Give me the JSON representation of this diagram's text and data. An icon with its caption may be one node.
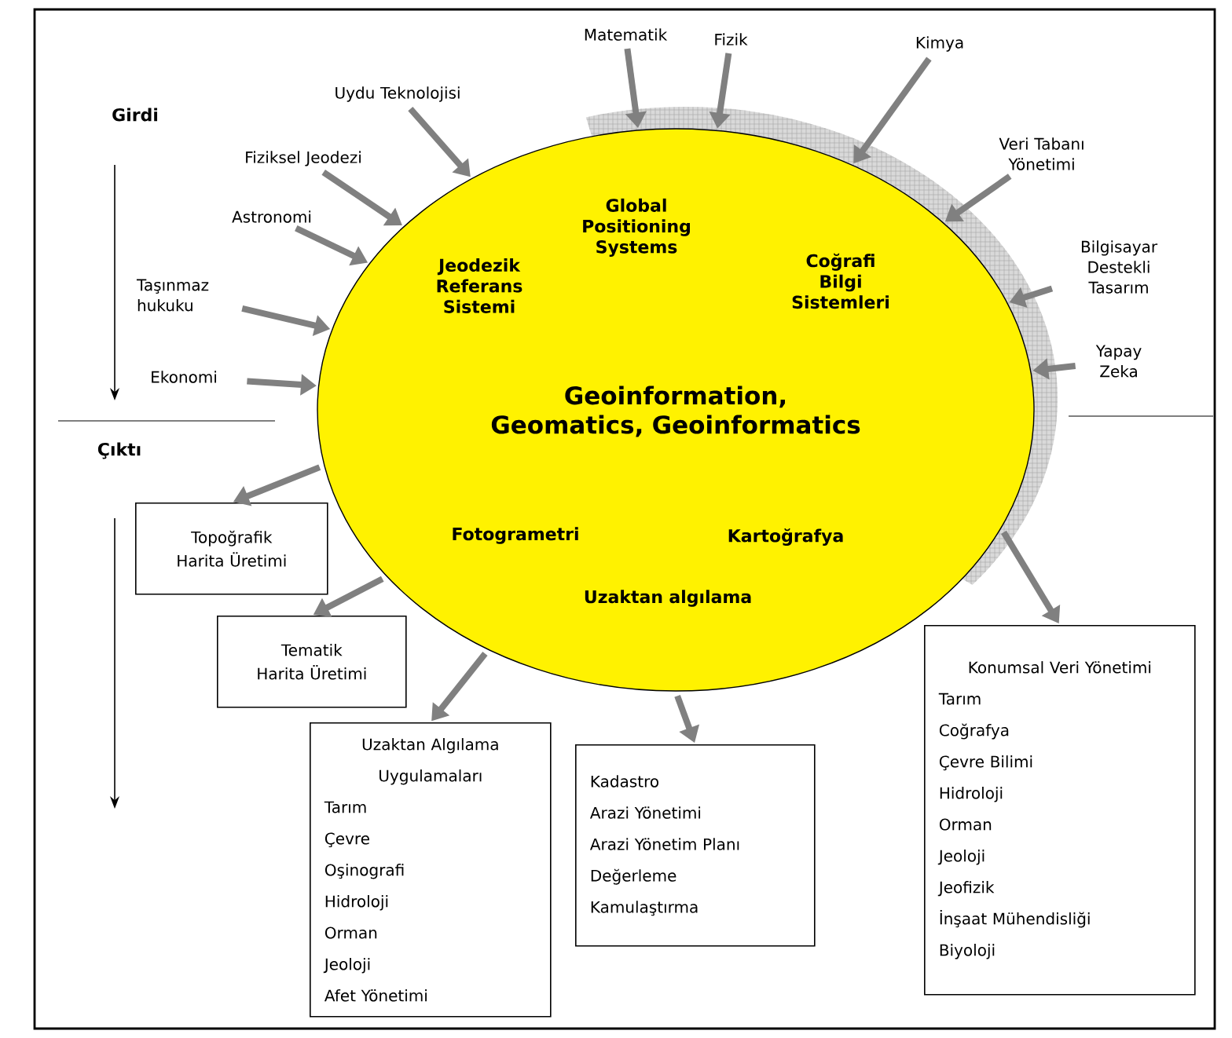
{
  "diagram": {
    "nodes": [
      {
        "text": [
          "Jeodezik Referans Sistemi",
          "Global Positioning Systems",
          "Coğrafi Bilgi Sistemleri",
          "Geoinformation, Geomatics, Geoinformatics",
          "Fotogrametri",
          "Kartoğrafya",
          "Uzaktan algılama"
        ]
      },
      {
        "text": [
          "Matematik"
        ]
      },
      {
        "text": [
          "Fizik"
        ]
      },
      {
        "text": [
          "Kimya"
        ]
      },
      {
        "text": [
          "Uydu Teknolojisi"
        ]
      },
      {
        "text": [
          "Veri Tabanı Yönetimi"
        ]
      },
      {
        "text": [
          "Fiziksel Jeodezi"
        ]
      },
      {
        "text": [
          "Bilgisayar Destekli Tasarım"
        ]
      },
      {
        "text": [
          "Astronomi"
        ]
      },
      {
        "text": [
          "Taşınmaz hukuku"
        ]
      },
      {
        "text": [
          "Yapay Zeka"
        ]
      },
      {
        "text": [
          "Ekonomi"
        ]
      },
      {
        "text": [
          "Topoğrafik Harita Üretimi"
        ]
      },
      {
        "text": [
          "Tematik Harita Üretimi"
        ]
      },
      {
        "text": [
          "Konumsal Veri Yönetimi",
          "Tarım",
          "Coğrafya",
          "Çevre Bilimi",
          "Hidroloji",
          "Orman",
          "Jeoloji",
          "Jeofizik",
          "İnşaat Mühendisliği",
          "Biyoloji"
        ]
      },
      {
        "text": [
          "Uzaktan Algılama Uygulamaları",
          "Tarım",
          "Çevre",
          "Oşinografi",
          "Hidroloji",
          "Orman",
          "Jeoloji",
          "Afet Yönetimi"
        ]
      },
      {
        "text": [
          "Kadastro",
          "Arazi Yönetimi",
          "Arazi Yönetim Planı",
          "Değerleme",
          "Kamulaştırma"
        ]
      }
    ],
    "edges": [
      {
        "from": 1,
        "to": 0,
        "arrow": "to"
      },
      {
        "from": 2,
        "to": 0,
        "arrow": "to"
      },
      {
        "from": 3,
        "to": 0,
        "arrow": "to"
      },
      {
        "from": 4,
        "to": 0,
        "arrow": "to"
      },
      {
        "from": 5,
        "to": 0,
        "arrow": "to"
      },
      {
        "from": 6,
        "to": 0,
        "arrow": "to"
      },
      {
        "from": 7,
        "to": 0,
        "arrow": "to"
      },
      {
        "from": 8,
        "to": 0,
        "arrow": "to"
      },
      {
        "from": 9,
        "to": 0,
        "arrow": "to"
      },
      {
        "from": 10,
        "to": 0,
        "arrow": "to"
      },
      {
        "from": 11,
        "to": 0,
        "arrow": "to"
      },
      {
        "from": 0,
        "to": 12,
        "arrow": "to"
      },
      {
        "from": 0,
        "to": 13,
        "arrow": "to"
      },
      {
        "from": 0,
        "to": 14,
        "arrow": "to"
      },
      {
        "from": 0,
        "to": 15,
        "arrow": "to"
      },
      {
        "from": 0,
        "to": 16,
        "arrow": "to"
      }
    ],
    "labels": [
      "Girdi",
      "Çıktı"
    ]
  }
}
